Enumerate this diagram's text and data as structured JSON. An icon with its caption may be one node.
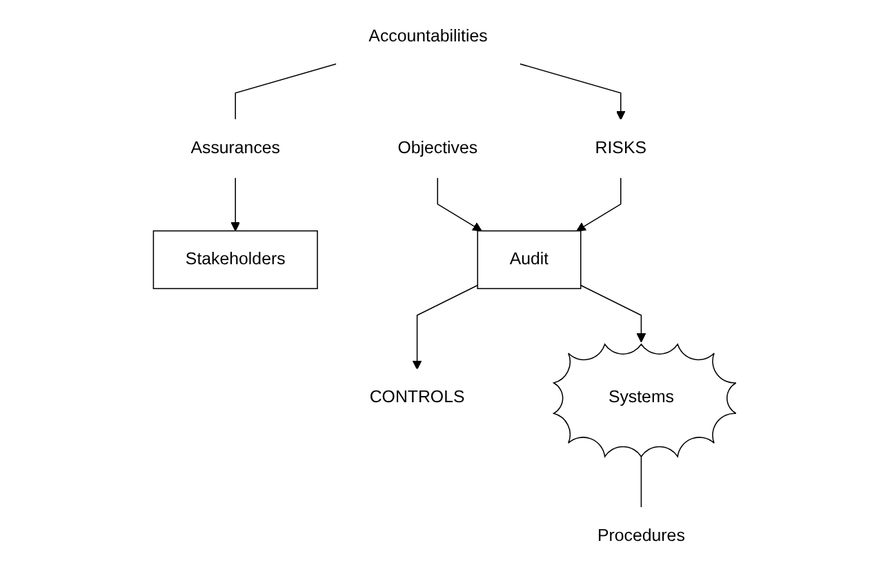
{
  "diagram": {
    "nodes": [
      {
        "text": [
          "Stakeholders"
        ]
      },
      {
        "text": [
          "Objectives"
        ]
      },
      {
        "text": [
          "Audit"
        ]
      },
      {
        "text": [
          "RISKS"
        ]
      },
      {
        "text": [
          "CONTROLS"
        ]
      },
      {
        "text": [
          "Systems"
        ]
      },
      {
        "text": [
          "Accountabilities"
        ]
      },
      {
        "text": [
          "Assurances"
        ]
      },
      {
        "text": [
          "Procedures"
        ]
      }
    ],
    "edges": [
      {
        "from": 1,
        "to": 2,
        "arrow": "to"
      },
      {
        "from": 3,
        "to": 2,
        "arrow": "to"
      },
      {
        "from": 2,
        "to": 4,
        "arrow": "to"
      },
      {
        "from": 2,
        "to": 5,
        "arrow": "to"
      },
      {
        "from": 6,
        "to": 3,
        "arrow": "to"
      },
      {
        "from": 7,
        "to": 0,
        "arrow": "to"
      },
      {
        "from": 6,
        "to": 7,
        "arrow": "none"
      },
      {
        "from": 5,
        "to": 8,
        "arrow": "none"
      }
    ]
  }
}
